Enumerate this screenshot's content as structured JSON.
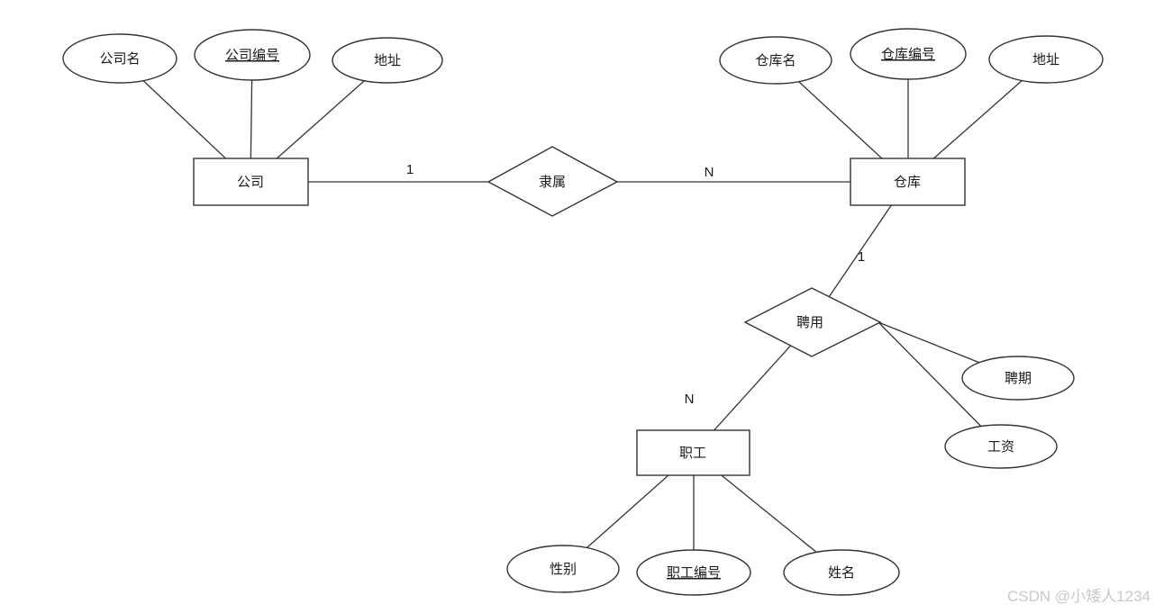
{
  "diagram_type": "er-diagram",
  "company": {
    "label": "公司",
    "attributes": {
      "name": "公司名",
      "id": "公司编号",
      "address": "地址"
    }
  },
  "warehouse": {
    "label": "仓库",
    "attributes": {
      "name": "仓库名",
      "id": "仓库编号",
      "address": "地址"
    }
  },
  "employee": {
    "label": "职工",
    "attributes": {
      "gender": "性别",
      "id": "职工编号",
      "name": "姓名"
    }
  },
  "relationships": {
    "subordinate": {
      "label": "隶属",
      "company_cardinality": "1",
      "warehouse_cardinality": "N"
    },
    "employ": {
      "label": "聘用",
      "warehouse_cardinality": "1",
      "employee_cardinality": "N",
      "attributes": {
        "term": "聘期",
        "salary": "工资"
      }
    }
  },
  "watermark": "CSDN @小矮人1234",
  "colors": {
    "stroke": "#333333",
    "text": "#1a1a1a",
    "watermark": "#c9c9c9",
    "background": "#ffffff"
  }
}
